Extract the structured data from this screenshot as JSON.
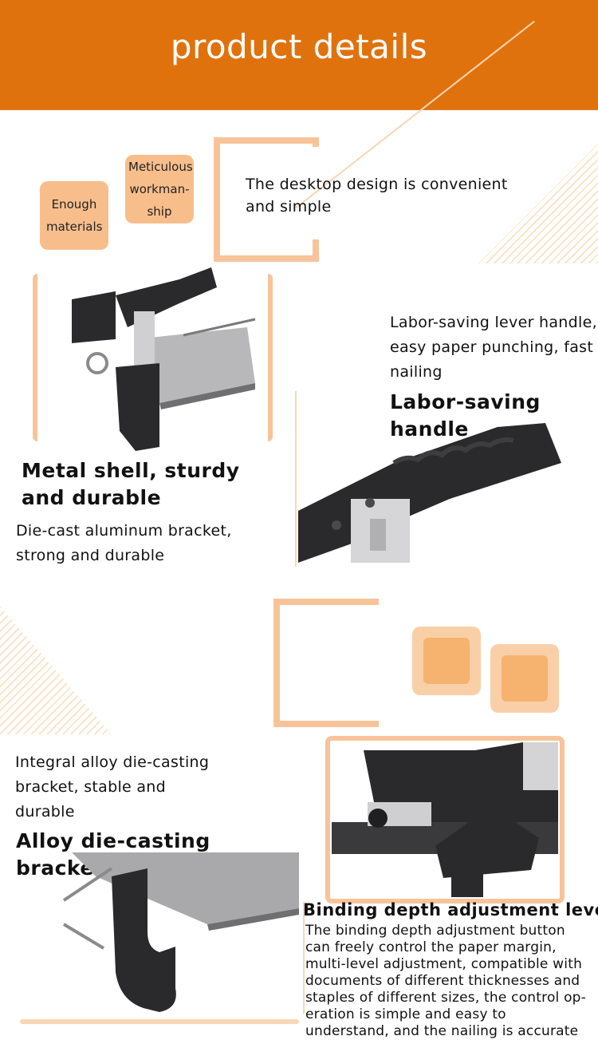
{
  "banner": {
    "title": "product details"
  },
  "section1": {
    "tag_enough": "Enough materials",
    "tag_meticulous": "Meticulous workman-ship",
    "desktop_text": "The desktop design is convenient and simple",
    "lever_text": "Labor-saving lever handle, easy paper punching, fast nailing",
    "lever_heading": "Labor-saving handle",
    "metal_heading": "Metal shell, sturdy and durable",
    "metal_text": "Die-cast aluminum bracket, strong and durable"
  },
  "section2": {
    "alloy_text": "Integral alloy die-casting bracket, stable and durable",
    "alloy_heading": "Alloy die-casting bracket",
    "binding_heading": "Binding depth adjustment lever",
    "binding_text": "The binding depth adjustment button can freely control the paper margin, multi-level adjustment, compatible with documents of different thicknesses and staples of different sizes, the control op-eration is simple and easy to understand, and the nailing is accurate"
  },
  "colors": {
    "banner": "#e0720e",
    "accent_light": "#f7be8c",
    "frame": "#f7c49a",
    "device": "#2a2a2c"
  }
}
